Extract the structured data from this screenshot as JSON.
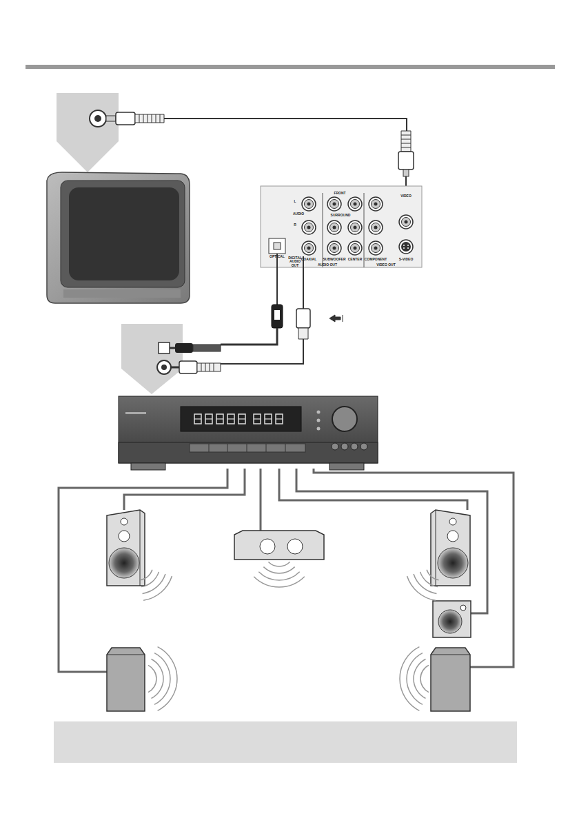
{
  "diagram": {
    "nodes": [
      {
        "text": [
          "L",
          "AUDIO",
          "R",
          "FRONT",
          "SURROUND",
          "OPTICAL",
          "DIGITAL AUDIO OUT",
          "COAXIAL",
          "SUBWOOFER",
          "CENTER",
          "AUDIO OUT",
          "COMPONENT",
          "VIDEO OUT",
          "VIDEO",
          "S-VIDEO"
        ]
      }
    ]
  }
}
